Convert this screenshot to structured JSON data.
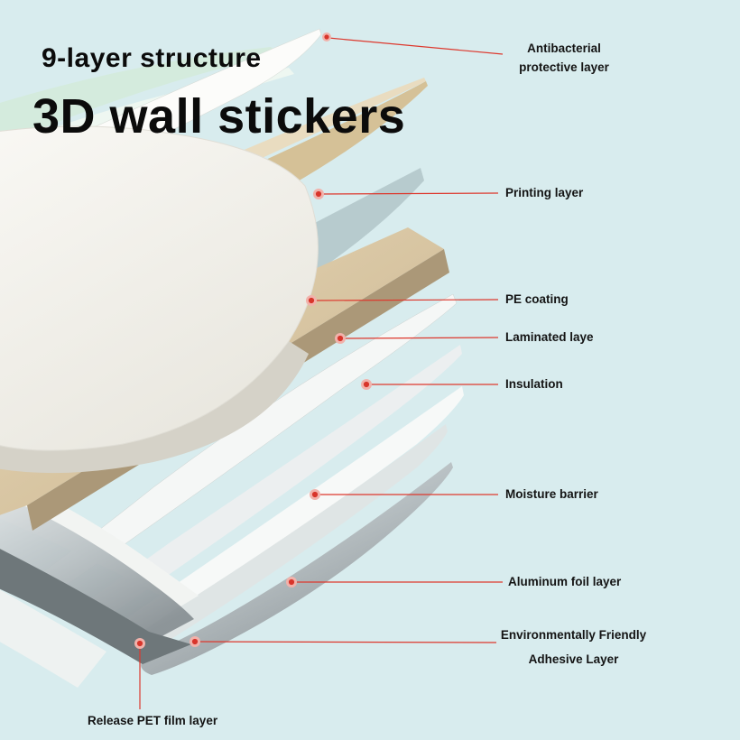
{
  "colors": {
    "background": "#d8ecee",
    "accent_red": "#dd382d",
    "slab_tan": "#d2bd97",
    "aluminum_silver": "#aab3b6"
  },
  "header": {
    "subtitle": "9-layer structure",
    "title": "3D wall stickers"
  },
  "labels": {
    "antibacterial": {
      "line1": "Antibacterial",
      "line2": "protective layer"
    },
    "printing": {
      "text": "Printing layer"
    },
    "pe": {
      "text": "PE coating"
    },
    "laminated": {
      "text": "Laminated laye"
    },
    "insulation": {
      "text": "Insulation"
    },
    "moisture": {
      "text": "Moisture barrier"
    },
    "aluminum": {
      "text": "Aluminum foil layer"
    },
    "adhesive": {
      "line1": "Environmentally Friendly",
      "line2": "Adhesive Layer"
    },
    "release": {
      "text": "Release PET film layer"
    }
  }
}
